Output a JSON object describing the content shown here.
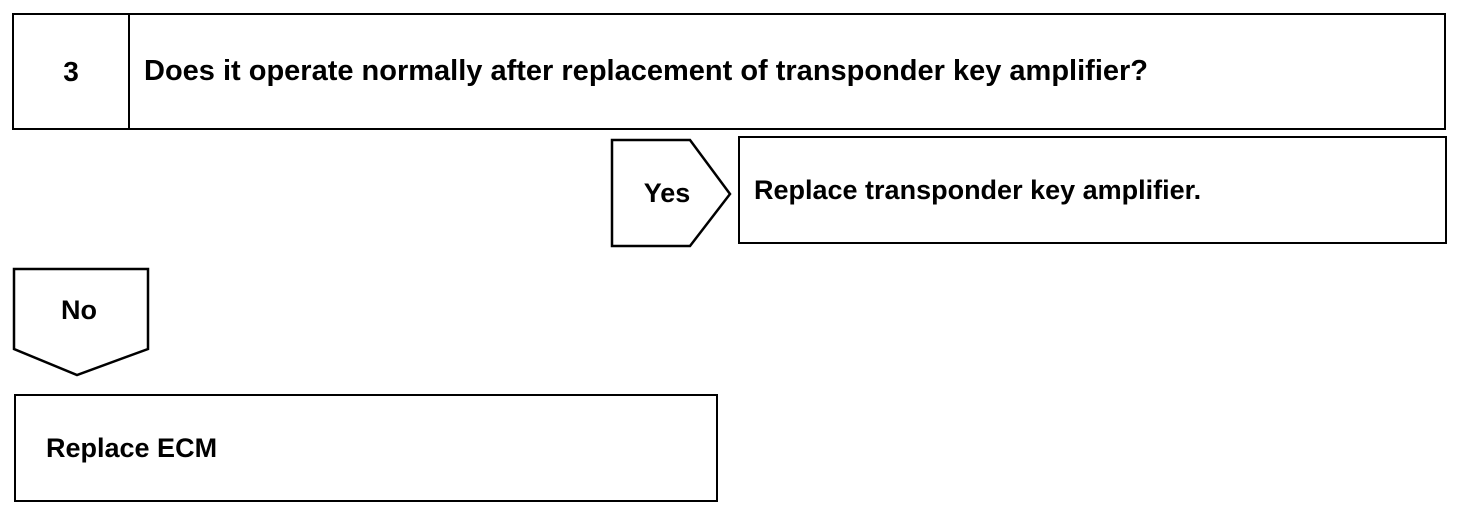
{
  "step": {
    "number": "3",
    "question": "Does it operate normally after replacement of transponder key amplifier?"
  },
  "yes_branch": {
    "label": "Yes",
    "action": "Replace transponder key amplifier."
  },
  "no_branch": {
    "label": "No",
    "action": "Replace ECM"
  }
}
